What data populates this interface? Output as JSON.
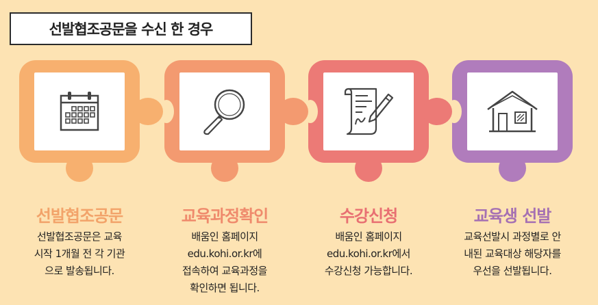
{
  "header": {
    "title": "선발협조공문을 수신 한 경우"
  },
  "colors": {
    "background": "#fde3b3",
    "step1": "#f7b06f",
    "step2": "#f39a70",
    "step3": "#ec7a76",
    "step4": "#b07cbc"
  },
  "steps": [
    {
      "icon": "calendar-icon",
      "title": "선발협조공문",
      "lines": [
        "선발협조공문은 교육",
        "시작 1개월 전 각 기관",
        "으로 발송됩니다."
      ]
    },
    {
      "icon": "magnifier-icon",
      "title": "교육과정확인",
      "lines": [
        "배움인 홈페이지",
        "edu.kohi.or.kr에",
        "접속하여 교육과정을",
        "확인하면 됩니다."
      ]
    },
    {
      "icon": "document-pen-icon",
      "title": "수강신청",
      "lines": [
        "배움인 홈페이지",
        "edu.kohi.or.kr에서",
        "수강신청 가능합니다."
      ]
    },
    {
      "icon": "house-icon",
      "title": "교육생 선발",
      "lines": [
        "교육선발시 과정별로 안",
        "내된 교육대상 해당자를",
        "우선을 선발됩니다."
      ]
    }
  ]
}
